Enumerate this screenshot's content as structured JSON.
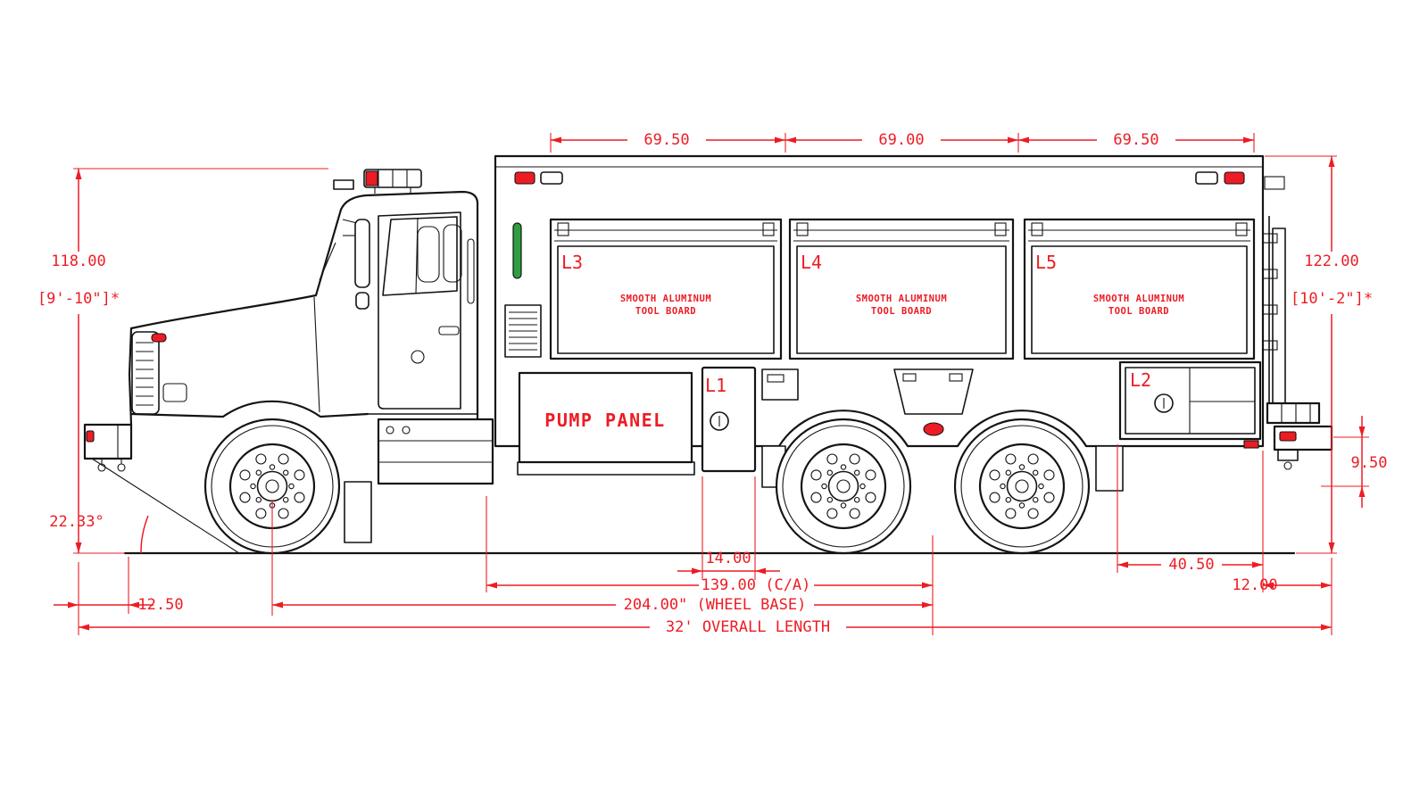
{
  "colors": {
    "dimension_red": "#ed1c24",
    "line_black": "#141414",
    "handrail_green": "#2f9e3f"
  },
  "labels": {
    "l1": "L1",
    "l2": "L2",
    "l3": "L3",
    "l4": "L4",
    "l5": "L5",
    "tool_board_line1": "SMOOTH ALUMINUM",
    "tool_board_line2": "TOOL BOARD",
    "pump_panel": "PUMP PANEL"
  },
  "dimensions": {
    "comp_l3_width": "69.50",
    "comp_l4_width": "69.00",
    "comp_l5_width": "69.50",
    "front_height_in": "118.00",
    "front_height_ft": "[9'-10\"]*",
    "rear_height_in": "122.00",
    "rear_height_ft": "[10'-2\"]*",
    "approach_angle": "22.33°",
    "front_overhang": "12.50",
    "pump_to_axle": "14.00",
    "cab_to_axle": "139.00 (C/A)",
    "wheel_base": "204.00\" (WHEEL BASE)",
    "overall_length": "32' OVERALL LENGTH",
    "rear_comp_width": "40.50",
    "rear_overhang": "12.00",
    "rear_step_height": "9.50"
  }
}
